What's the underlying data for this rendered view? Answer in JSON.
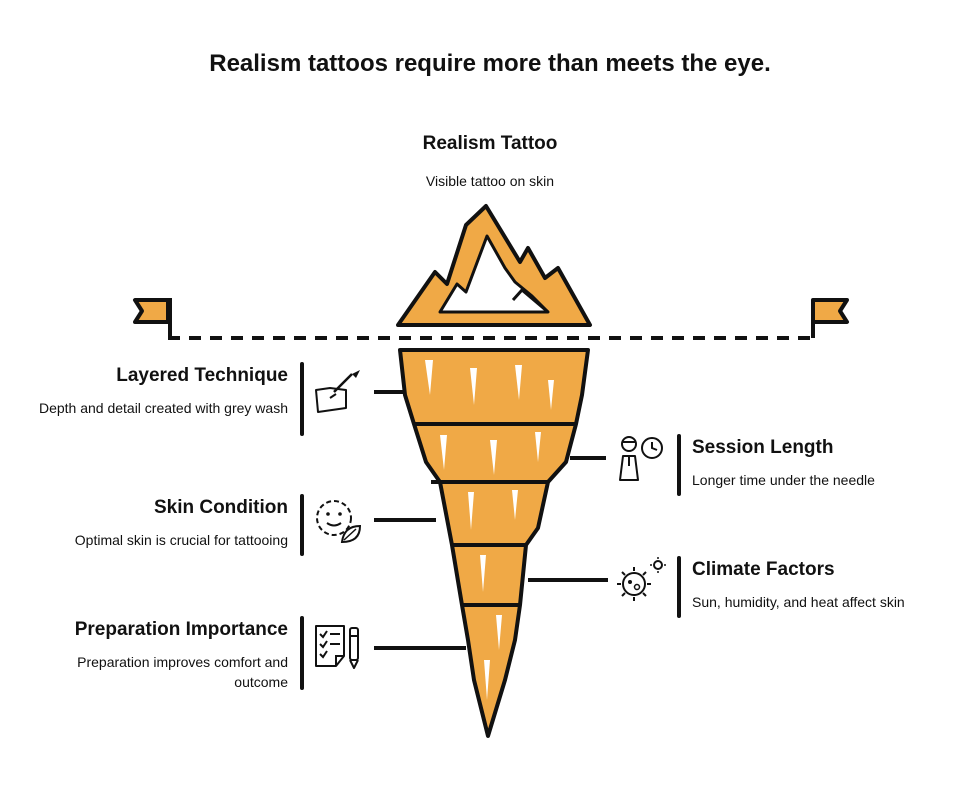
{
  "title": "Realism tattoos require more than meets the eye.",
  "top": {
    "title": "Realism Tattoo",
    "desc": "Visible tattoo on skin"
  },
  "items": [
    {
      "title": "Layered Technique",
      "desc": "Depth and detail created with grey wash",
      "side": "left",
      "icon": "brush-icon"
    },
    {
      "title": "Session Length",
      "desc": "Longer time under the needle",
      "side": "right",
      "icon": "person-clock-icon"
    },
    {
      "title": "Skin Condition",
      "desc": "Optimal skin is crucial for tattooing",
      "side": "left",
      "icon": "face-leaf-icon"
    },
    {
      "title": "Climate Factors",
      "desc": "Sun, humidity, and heat affect skin",
      "side": "right",
      "icon": "sun-virus-icon"
    },
    {
      "title": "Preparation Importance",
      "desc": "Preparation improves comfort and outcome",
      "side": "left",
      "icon": "checklist-pen-icon"
    }
  ],
  "colors": {
    "ice": "#F0A946",
    "outline": "#111111",
    "snow": "#ffffff"
  }
}
